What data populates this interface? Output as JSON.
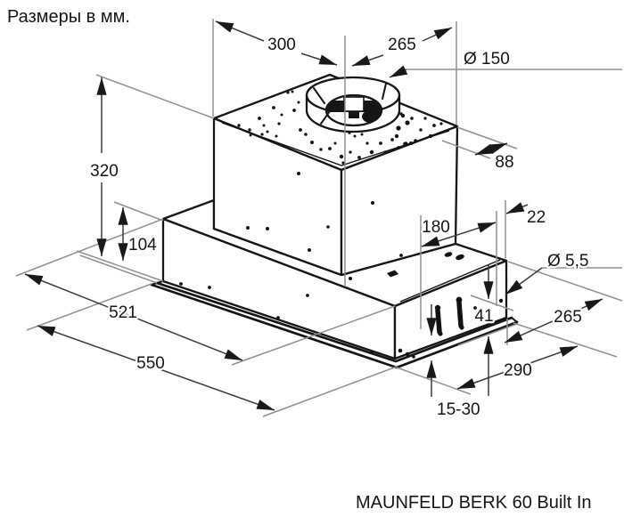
{
  "note": "Размеры в мм.",
  "title": "MAUNFELD BERK 60 Built In",
  "dims": {
    "top_width": "300",
    "top_depth": "265",
    "duct_diameter": "Ø 150",
    "duct_offset": "88",
    "height_total": "320",
    "height_body": "104",
    "top_inset": "180",
    "side_gap": "22",
    "hole_diameter": "Ø 5,5",
    "width_inner": "521",
    "clamp_gap": "41",
    "side_depth": "265",
    "width_outer": "550",
    "bottom_depth": "290",
    "panel_thickness": "15-30"
  },
  "colors": {
    "line": "#151515",
    "extension": "#909090",
    "background": "#ffffff"
  }
}
